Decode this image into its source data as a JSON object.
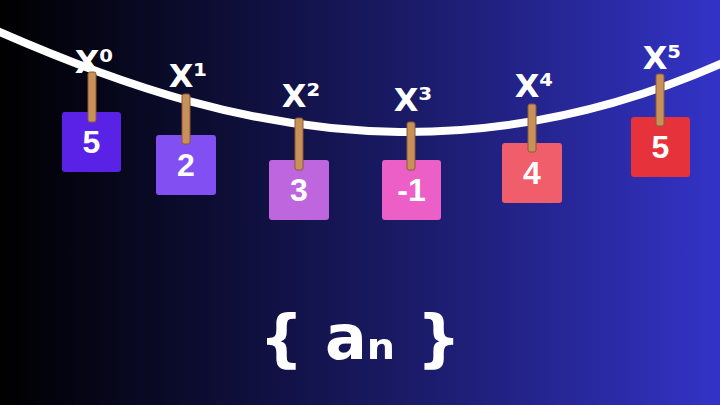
{
  "diagram": {
    "nodes": [
      {
        "text": [
          "5"
        ]
      },
      {
        "text": [
          "2"
        ]
      },
      {
        "text": [
          "3"
        ]
      },
      {
        "text": [
          "-1"
        ]
      },
      {
        "text": [
          "4"
        ]
      },
      {
        "text": [
          "5"
        ]
      }
    ],
    "labels": [
      "X⁰",
      "X¹",
      "X²",
      "X³",
      "X⁴",
      "X⁵",
      "{ aₙ }"
    ]
  }
}
